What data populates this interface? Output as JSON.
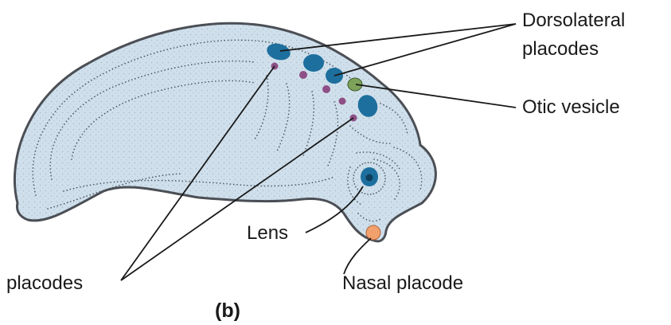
{
  "labels": {
    "dorsolateral_line1": "Dorsolateral",
    "dorsolateral_line2": "placodes",
    "otic_vesicle": "Otic vesicle",
    "lens": "Lens",
    "placodes": "placodes",
    "nasal_placode": "Nasal placode",
    "panel": "(b)"
  },
  "colors": {
    "background": "#ffffff",
    "body_fill": "#cfe0ec",
    "outline": "#4b4f55",
    "stipple": "#4a5560",
    "dorsolateral_placode": "#1d6f9e",
    "epibranchial_placode": "#8e4f86",
    "otic_vesicle": "#7da25a",
    "nasal_placode": "#f2a06c",
    "label_text": "#1a1a1a"
  }
}
